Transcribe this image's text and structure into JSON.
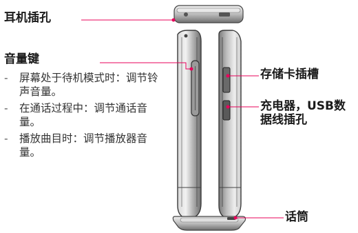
{
  "labels": {
    "headphone_jack": "耳机插孔",
    "volume_keys": "音量键",
    "storage_card_slot": "存储卡插槽",
    "charger_usb_line1": "充电器，USB数",
    "charger_usb_line2": "据线插孔",
    "microphone": "话筒"
  },
  "volume_notes": [
    {
      "dash": "-",
      "text": "屏幕处于待机模式时：调节铃声音量。"
    },
    {
      "dash": "-",
      "text": "在通话过程中：调节通话音量。"
    },
    {
      "dash": "-",
      "text": "播放曲目时：调节播放器音量。"
    }
  ],
  "colors": {
    "callout_line": "#e8005a",
    "device_body": "#bdbdbd",
    "device_dark": "#3a3a3a"
  }
}
